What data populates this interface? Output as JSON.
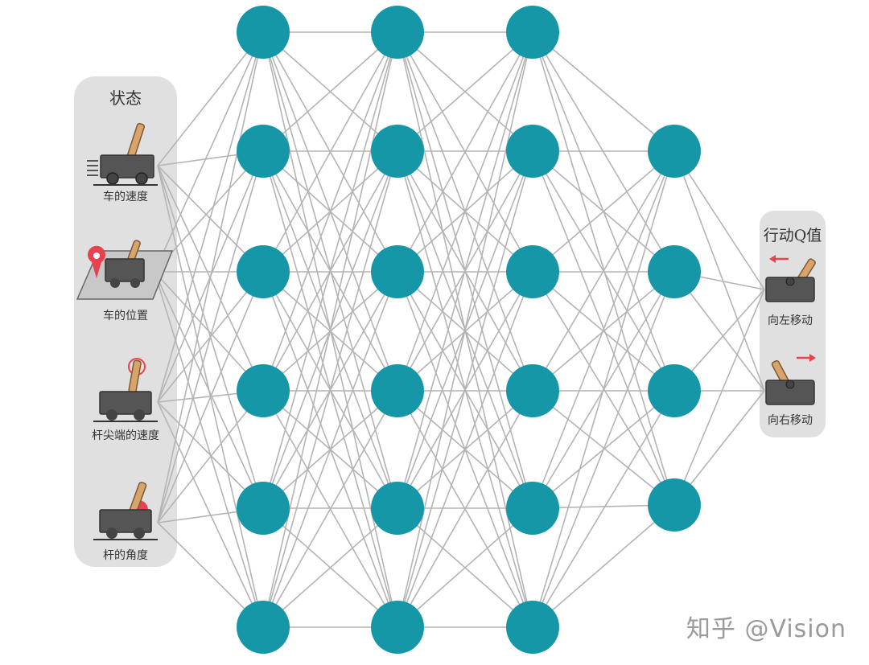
{
  "input_panel": {
    "title": "状态",
    "items": [
      {
        "label": "车的速度",
        "icon": "cart-velocity-icon"
      },
      {
        "label": "车的位置",
        "icon": "cart-position-icon"
      },
      {
        "label": "杆尖端的速度",
        "icon": "pole-tip-velocity-icon"
      },
      {
        "label": "杆的角度",
        "icon": "pole-angle-icon"
      }
    ]
  },
  "output_panel": {
    "title": "行动Q值",
    "items": [
      {
        "label": "向左移动",
        "icon": "move-left-icon"
      },
      {
        "label": "向右移动",
        "icon": "move-right-icon"
      }
    ]
  },
  "network": {
    "layer_sizes": [
      6,
      6,
      6,
      4
    ],
    "node_color": "#1597a8",
    "edge_color": "#b4b4b4"
  },
  "watermark": "知乎 @Vision"
}
